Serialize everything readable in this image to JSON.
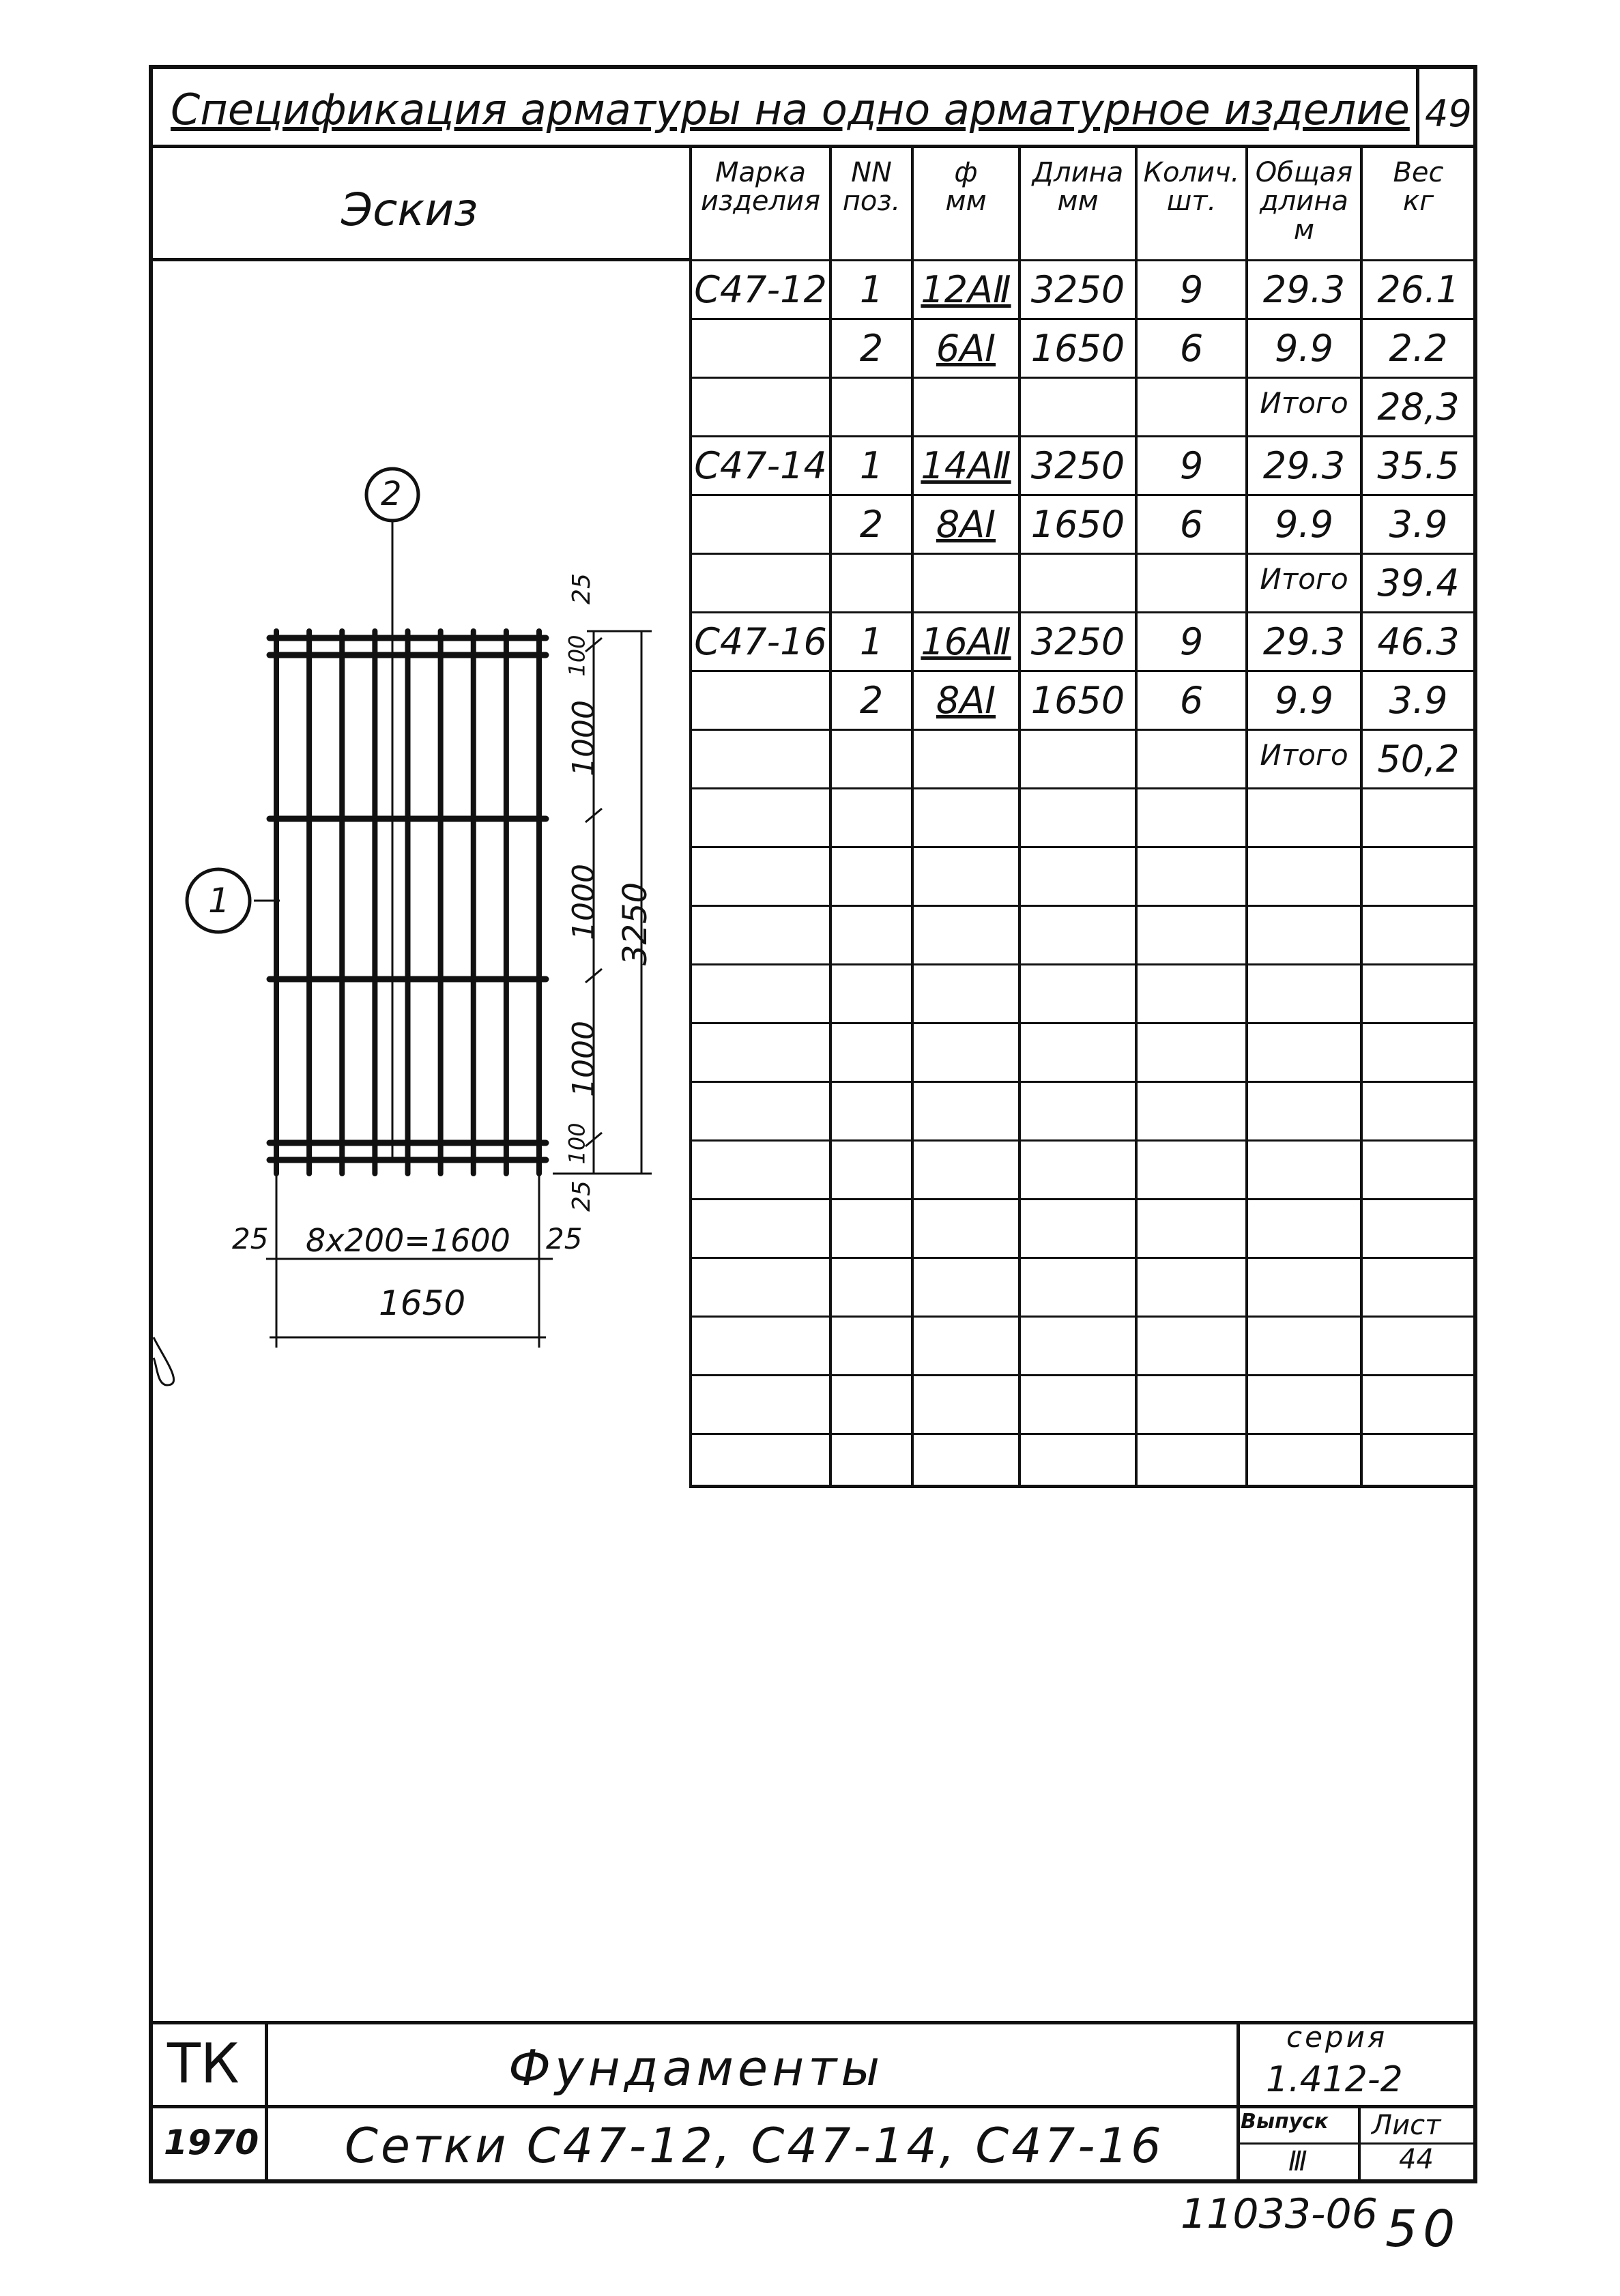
{
  "header": {
    "title": "Спецификация арматуры на одно арматурное изделие",
    "page_number": "49",
    "sketch_label": "Эскиз"
  },
  "table": {
    "columns": [
      {
        "line1": "Марка",
        "line2": "изделия",
        "line3": ""
      },
      {
        "line1": "NN",
        "line2": "поз.",
        "line3": ""
      },
      {
        "line1": "ф",
        "line2": "мм",
        "line3": ""
      },
      {
        "line1": "Длина",
        "line2": "мм",
        "line3": ""
      },
      {
        "line1": "Колич.",
        "line2": "шт.",
        "line3": ""
      },
      {
        "line1": "Общая",
        "line2": "длина",
        "line3": "м"
      },
      {
        "line1": "Вес",
        "line2": "кг",
        "line3": ""
      }
    ],
    "rows": [
      {
        "mark": "С47-12",
        "pos": "1",
        "dia": "12АⅡ",
        "length": "3250",
        "qty": "9",
        "total": "29.3",
        "weight": "26.1"
      },
      {
        "mark": "",
        "pos": "2",
        "dia": "6АⅠ",
        "length": "1650",
        "qty": "6",
        "total": "9.9",
        "weight": "2.2"
      },
      {
        "mark": "",
        "pos": "",
        "dia": "",
        "length": "",
        "qty": "",
        "total": "Итого",
        "weight": "28,3"
      },
      {
        "mark": "С47-14",
        "pos": "1",
        "dia": "14АⅡ",
        "length": "3250",
        "qty": "9",
        "total": "29.3",
        "weight": "35.5"
      },
      {
        "mark": "",
        "pos": "2",
        "dia": "8АⅠ",
        "length": "1650",
        "qty": "6",
        "total": "9.9",
        "weight": "3.9"
      },
      {
        "mark": "",
        "pos": "",
        "dia": "",
        "length": "",
        "qty": "",
        "total": "Итого",
        "weight": "39.4"
      },
      {
        "mark": "С47-16",
        "pos": "1",
        "dia": "16АⅡ",
        "length": "3250",
        "qty": "9",
        "total": "29.3",
        "weight": "46.3"
      },
      {
        "mark": "",
        "pos": "2",
        "dia": "8АⅠ",
        "length": "1650",
        "qty": "6",
        "total": "9.9",
        "weight": "3.9"
      },
      {
        "mark": "",
        "pos": "",
        "dia": "",
        "length": "",
        "qty": "",
        "total": "Итого",
        "weight": "50,2"
      }
    ]
  },
  "drawing": {
    "callout_bar_1": "1",
    "callout_bar_2": "2",
    "dim_top_25": "25",
    "dim_top_100": "100",
    "dim_1000_a": "1000",
    "dim_1000_b": "1000",
    "dim_1000_c": "1000",
    "dim_bottom_100": "100",
    "dim_bottom_25": "25",
    "dim_overall_height": "3250",
    "dim_left_25": "25",
    "dim_spacing": "8х200=1600",
    "dim_right_25": "25",
    "dim_overall_width": "1650"
  },
  "title_block": {
    "org": "ТК",
    "year": "1970",
    "subject": "Фундаменты",
    "sheet_title": "Сетки С47-12, С47-14, С47-16",
    "series_label": "серия",
    "series_value": "1.412-2",
    "issue_label": "Выпуск",
    "issue_value": "Ⅲ",
    "sheet_label": "Лист",
    "sheet_value": "44"
  },
  "footer": {
    "archive_number": "11033-06",
    "page_stamp": "50"
  }
}
